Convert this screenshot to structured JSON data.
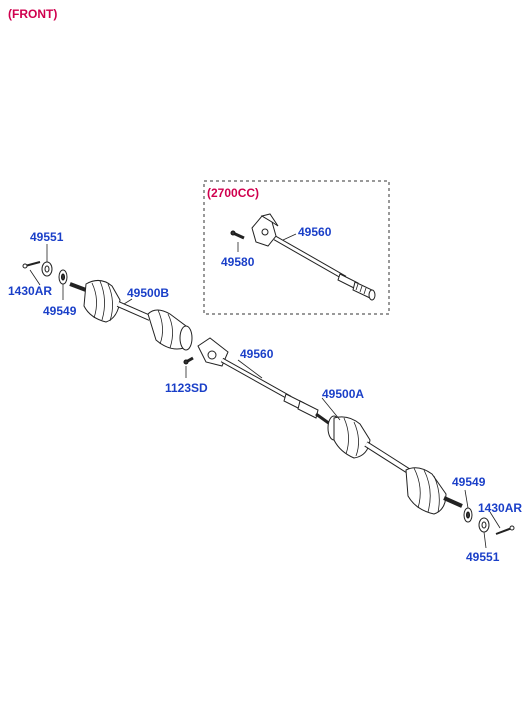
{
  "header": {
    "front_label": "(FRONT)"
  },
  "inset": {
    "title": "(2700CC)",
    "shaft_label": "49560",
    "bolt_label": "49580"
  },
  "labels": {
    "left_nut": "49551",
    "left_pin": "1430AR",
    "left_washer": "49549",
    "left_joint_assy": "49500B",
    "bolt": "1123SD",
    "shaft": "49560",
    "right_joint_assy": "49500A",
    "right_washer": "49549",
    "right_pin": "1430AR",
    "right_nut": "49551"
  },
  "colors": {
    "part_number": "#1a3fc8",
    "title_red": "#d0004e"
  }
}
